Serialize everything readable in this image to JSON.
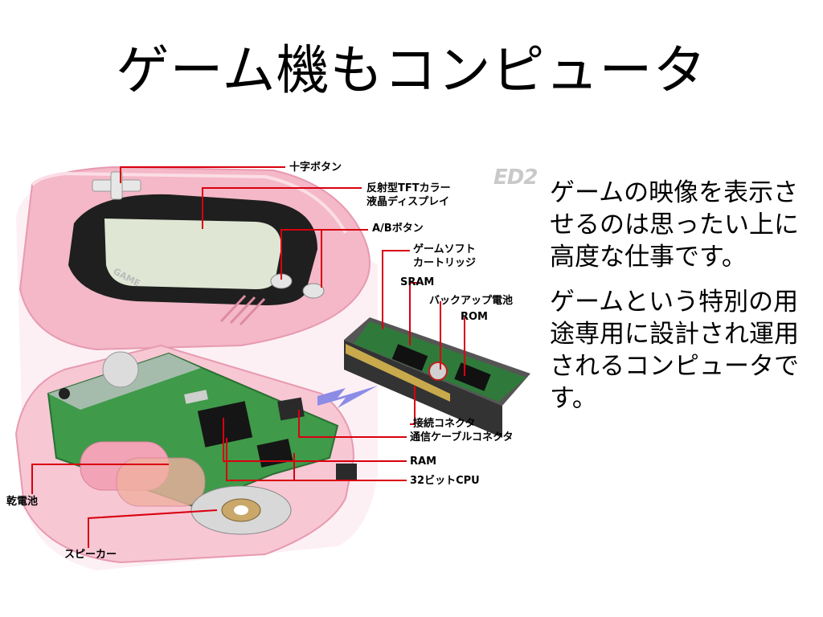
{
  "slide": {
    "title": "ゲーム機もコンピュータ",
    "watermark": "ED2",
    "paragraphs": [
      "ゲームの映像を表示させるのは思ったい上に高度な仕事です。",
      "ゲームという特別の用途専用に設計され運用されるコンピュータです。"
    ]
  },
  "labels": {
    "dpad": "十字ボタン",
    "screen_line1": "反射型TFTカラー",
    "screen_line2": "液晶ディスプレイ",
    "ab": "A/Bボタン",
    "cart_line1": "ゲームソフト",
    "cart_line2": "カートリッジ",
    "sram": "SRAM",
    "backup": "バックアップ電池",
    "rom": "ROM",
    "connector": "接続コネクタ",
    "comm": "通信ケーブルコネクタ",
    "ram": "RAM",
    "cpu": "32ビットCPU",
    "battery": "乾電池",
    "speaker": "スピーカー",
    "screen_text": "GAME"
  },
  "colors": {
    "shell_pink": "#f4b8c8",
    "shell_light": "#fbdde6",
    "pcb_green": "#3f9a4a",
    "leader_red": "#d9000f",
    "arrow_blue": "#8c8ce6"
  }
}
